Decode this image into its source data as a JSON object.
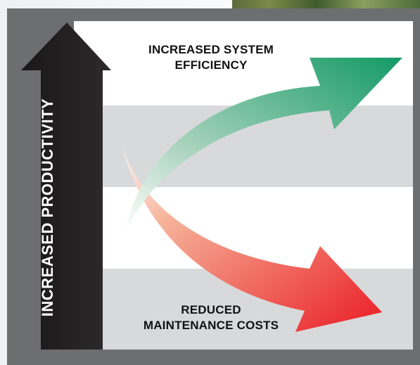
{
  "diagram": {
    "vertical_arrow_label": "INCREASED PRODUCTIVITY",
    "top_arrow_label_line1": "INCREASED SYSTEM",
    "top_arrow_label_line2": "EFFICIENCY",
    "bottom_arrow_label_line1": "REDUCED",
    "bottom_arrow_label_line2": "MAINTENANCE COSTS"
  },
  "colors": {
    "panel_frame": "#6d6e70",
    "band_white": "#ffffff",
    "band_gray": "#d8d9db",
    "vertical_arrow": "#231f20",
    "green_arrow": "#1a9e6a",
    "red_arrow": "#ec2027"
  }
}
